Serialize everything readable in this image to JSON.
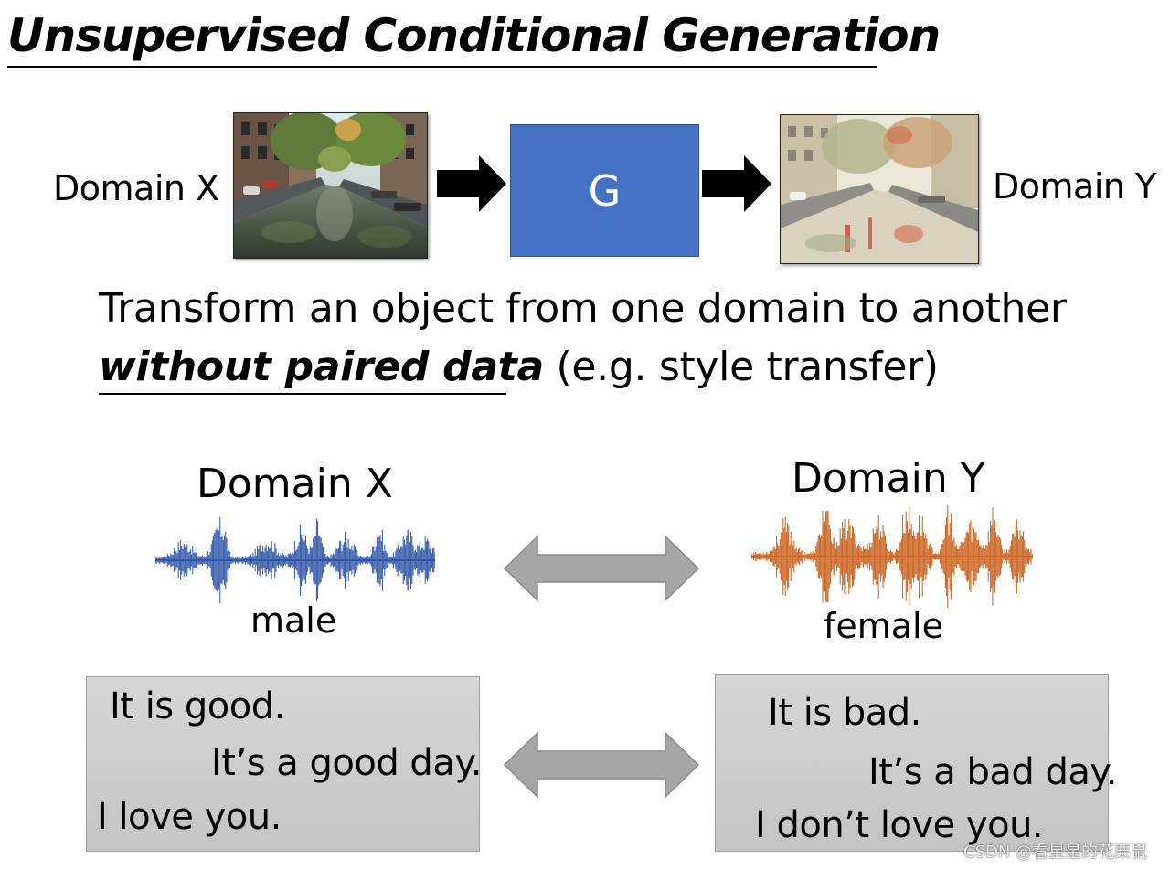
{
  "title": "Unsupervised Conditional Generation",
  "top_row": {
    "domain_x_label": "Domain X",
    "generator_label": "G",
    "domain_y_label": "Domain Y"
  },
  "description": {
    "line1": "Transform an object from one domain to another",
    "line2_emphasis": "without paired data",
    "line2_rest": " (e.g. style transfer)"
  },
  "speech": {
    "domain_x_label": "Domain X",
    "domain_y_label": "Domain Y",
    "x_caption": "male",
    "y_caption": "female",
    "x_color": "#2e55a8",
    "y_color": "#c95f1a"
  },
  "text_domain_x": [
    "It is good.",
    "It’s a good day.",
    "I love you."
  ],
  "text_domain_y": [
    "It is bad.",
    "It’s a bad day.",
    "I don’t love you."
  ],
  "watermark": "CSDN @看星星的花栗鼠",
  "colors": {
    "generator_box": "#4472c4",
    "double_arrow": "#a6a6a6",
    "text_box": "#cfcfcf"
  }
}
